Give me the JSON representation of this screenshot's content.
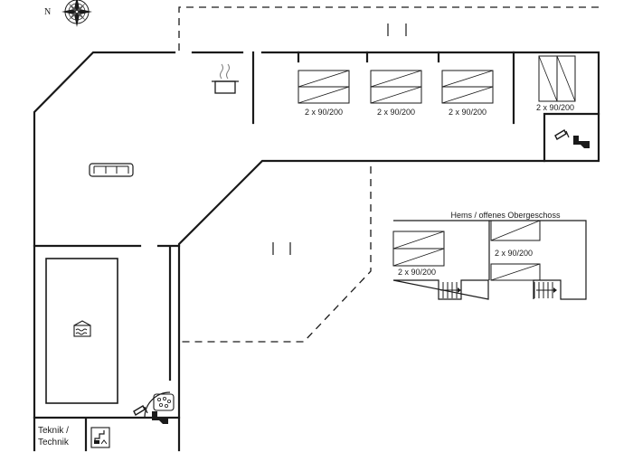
{
  "compass": {
    "north_label": "N"
  },
  "rooms": {
    "bedrooms_top": [
      {
        "label": "2 x 90/200"
      },
      {
        "label": "2 x 90/200"
      },
      {
        "label": "2 x 90/200"
      },
      {
        "label": "2 x 90/200"
      }
    ],
    "loft": {
      "title": "Hems / offenes Obergeschoss",
      "beds": [
        {
          "label": "2 x 90/200"
        },
        {
          "label": "2 x 90/200"
        }
      ]
    },
    "technik": {
      "line1": "Teknik /",
      "line2": "Technik"
    }
  },
  "icons": {
    "compass": "compass-rose-icon",
    "kitchen": "cooking-pot-icon",
    "living": "sofa-icon",
    "pool": "pool-icon",
    "bathroom": "shower-toilet-icon",
    "spa": "spa-bath-icon",
    "sauna": "sauna-icon",
    "stairs": "stairs-icon"
  }
}
